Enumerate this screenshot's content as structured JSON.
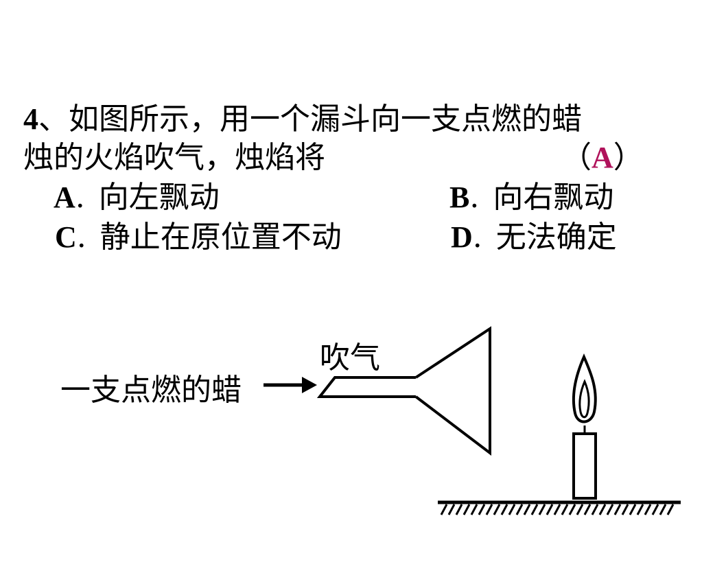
{
  "question": {
    "number": "4",
    "line1_text": "、如图所示，用一个漏斗向一支点燃的蜡",
    "line2_text": "烛的火焰吹气，烛焰将",
    "paren_open": "（",
    "answer": "A",
    "paren_close": "）"
  },
  "options": [
    {
      "letter": "A",
      "sep": ".",
      "text": "向左飘动"
    },
    {
      "letter": "B",
      "sep": ".",
      "text": "向右飘动"
    },
    {
      "letter": "C",
      "sep": ".",
      "text": "静止在原位置不动"
    },
    {
      "letter": "D",
      "sep": ".",
      "text": "无法确定"
    }
  ],
  "diagram": {
    "candle_label": "一支点燃的蜡",
    "blow_label": "吹气"
  },
  "colors": {
    "answer": "#b0125b",
    "text": "#000000"
  }
}
